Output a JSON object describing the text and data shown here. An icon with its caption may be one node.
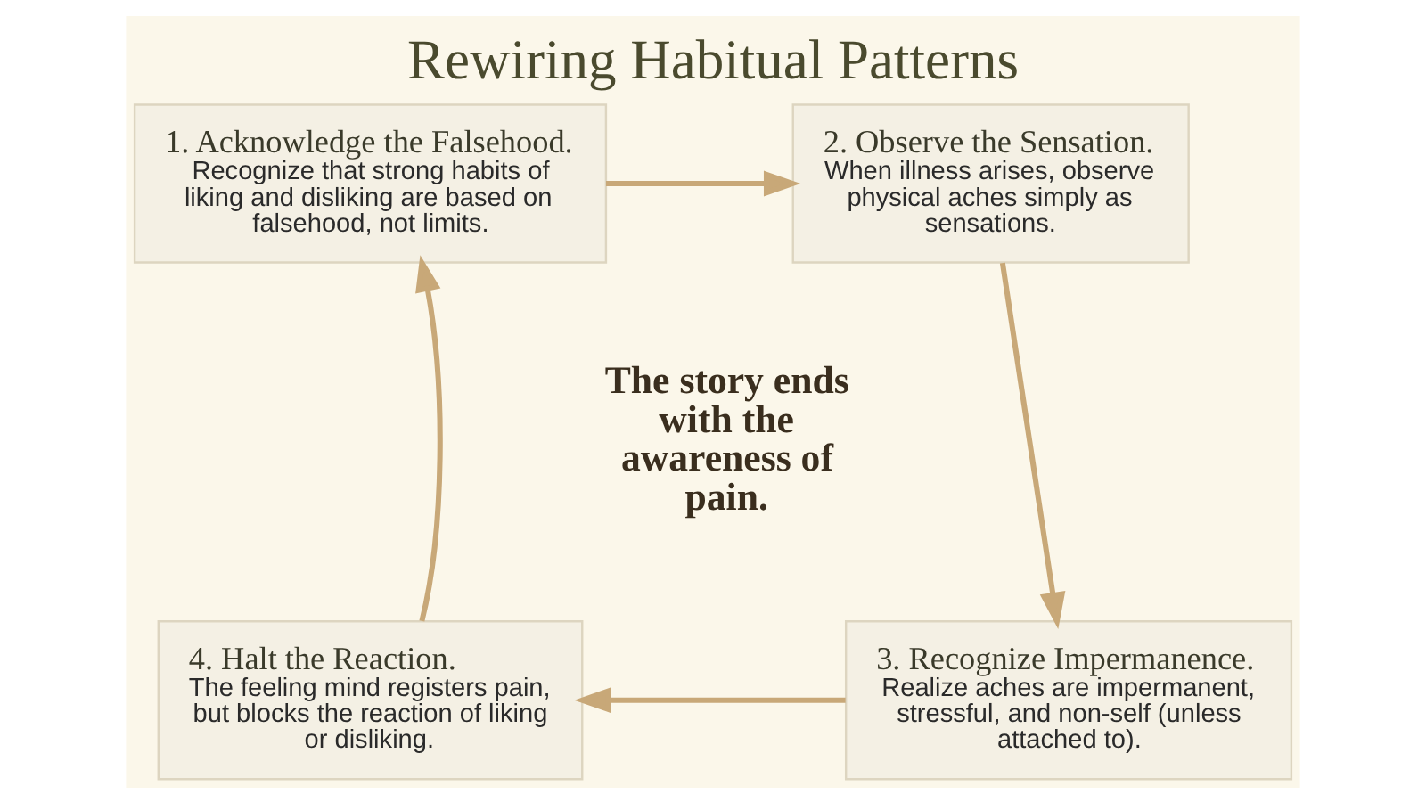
{
  "diagram": {
    "title": "Rewiring Habitual Patterns",
    "nodes": [
      {
        "text": [
          "1. Acknowledge the Falsehood.",
          "Recognize that strong habits of liking and disliking are based on falsehood, not limits."
        ]
      },
      {
        "text": [
          "2. Observe the Sensation.",
          "When illness arises, observe physical aches simply as sensations."
        ]
      },
      {
        "text": [
          "3. Recognize Impermanence.",
          "Realize aches are impermanent, stressful, and non-self (unless attached to)."
        ]
      },
      {
        "text": [
          "4. Halt the Reaction.",
          "The feeling mind registers pain, but blocks the reaction of liking or disliking."
        ]
      },
      {
        "text": [
          "The story ends with the awareness of pain."
        ]
      }
    ],
    "edges": [
      {
        "from": 0,
        "to": 1,
        "arrow": "to"
      },
      {
        "from": 1,
        "to": 2,
        "arrow": "to"
      },
      {
        "from": 2,
        "to": 3,
        "arrow": "to"
      },
      {
        "from": 3,
        "to": 0,
        "arrow": "to"
      }
    ]
  }
}
